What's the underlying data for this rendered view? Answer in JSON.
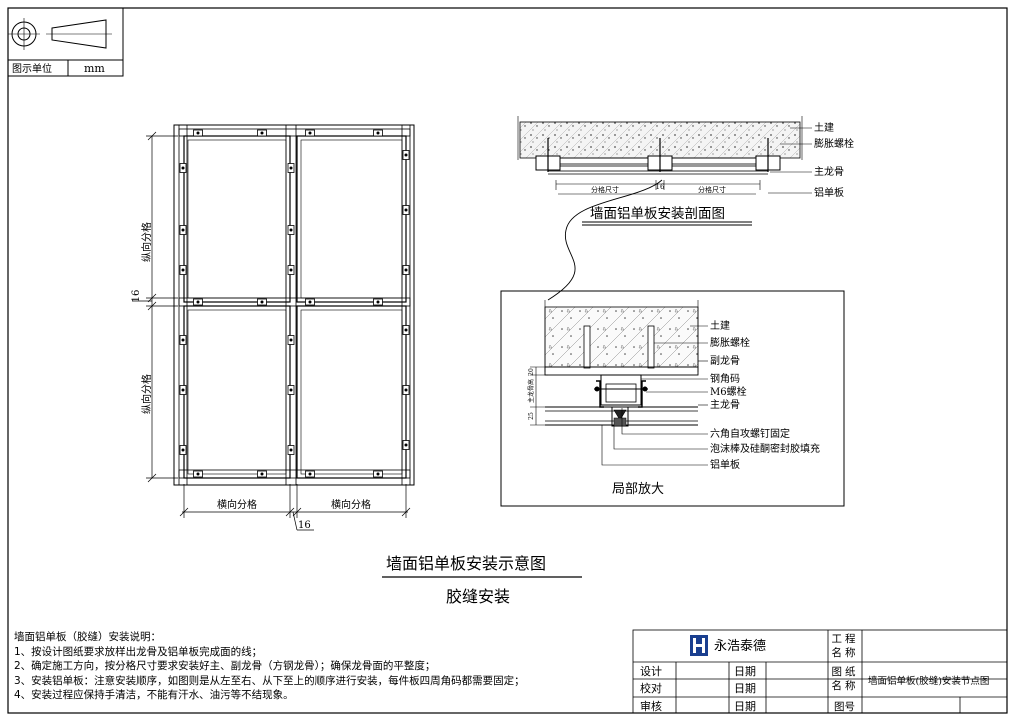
{
  "unit_box": {
    "label": "图示单位",
    "unit": "mm"
  },
  "elevation": {
    "vertical_grid": "纵向分格",
    "horizontal_grid": "横向分格",
    "joint_width": "16"
  },
  "section": {
    "title": "墙面铝单板安装剖面图",
    "dim_left": "分格尺寸",
    "dim_right": "分格尺寸",
    "joint_width": "16",
    "labels": [
      "土建",
      "膨胀螺栓",
      "主龙骨",
      "铝单板"
    ]
  },
  "detail": {
    "title": "局部放大",
    "labels": [
      "土建",
      "膨胀螺栓",
      "副龙骨",
      "钢角码",
      "M6螺栓",
      "主龙骨",
      "六角自攻螺钉固定",
      "泡沫棒及硅酮密封胶填充",
      "铝单板"
    ],
    "dims": [
      "20",
      "主龙骨高",
      "25"
    ]
  },
  "main_title": "墙面铝单板安装示意图",
  "sub_title": "胶缝安装",
  "notes": [
    "墙面铝单板（胶缝）安装说明：",
    "1、按设计图纸要求放样出龙骨及铝单板完成面的线；",
    "2、确定施工方向，按分格尺寸要求安装好主、副龙骨（方钢龙骨）；确保龙骨面的平整度；",
    "3、安装铝单板：注意安装顺序，如图则是从左至右、从下至上的顺序进行安装，每件板四周角码都需要固定；",
    "4、安装过程应保持手清洁，不能有汗水、油污等不结现象。"
  ],
  "title_block": {
    "company": "永浩泰德",
    "design": "设计",
    "check": "校对",
    "review": "审核",
    "date": "日期",
    "project_name": "工程名称",
    "drawing_name_label": "图纸名称",
    "drawing_name": "墙面铝单板(胶缝)安装节点图",
    "drawing_no": "图号"
  }
}
